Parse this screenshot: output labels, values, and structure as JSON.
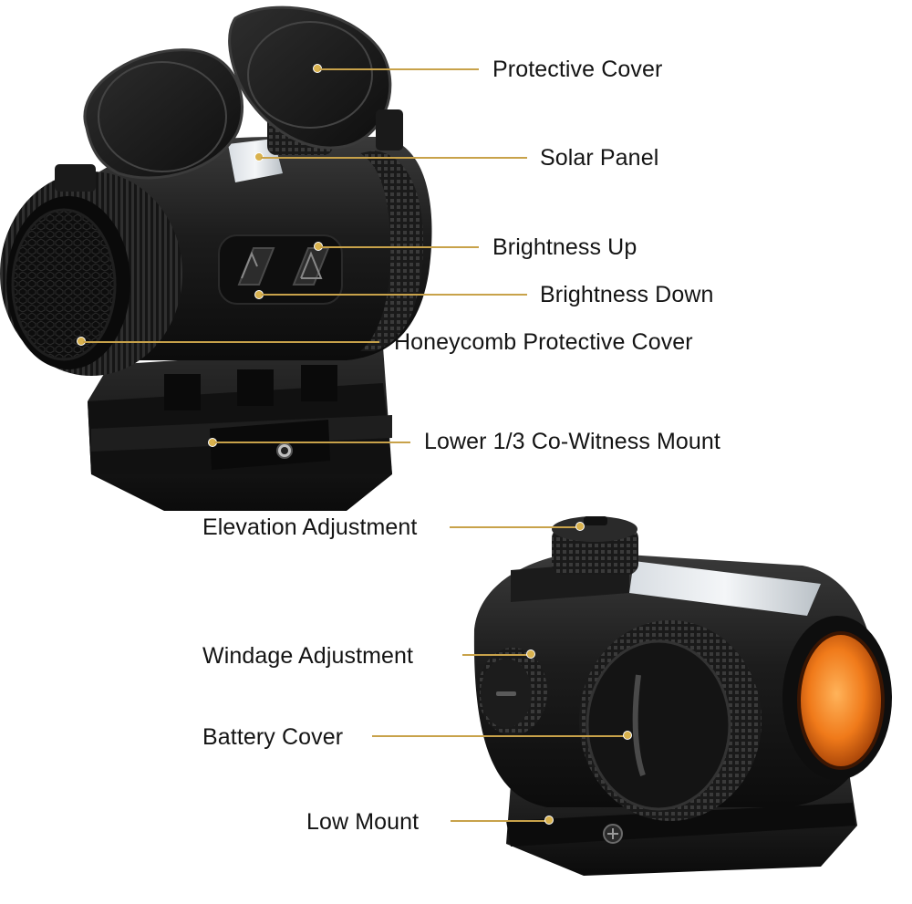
{
  "callouts": {
    "protective_cover": "Protective Cover",
    "solar_panel": "Solar Panel",
    "brightness_up": "Brightness Up",
    "brightness_down": "Brightness Down",
    "honeycomb_cover": "Honeycomb Protective Cover",
    "co_witness_mount": "Lower 1/3 Co-Witness Mount",
    "elevation": "Elevation Adjustment",
    "windage": "Windage Adjustment",
    "battery_cover": "Battery Cover",
    "low_mount": "Low Mount"
  },
  "colors": {
    "leader_line": "#c8a24a",
    "body_black": "#141414",
    "lens_orange": "#e86a12"
  }
}
